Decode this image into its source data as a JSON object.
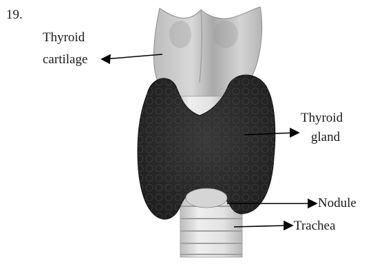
{
  "question": {
    "number": "19."
  },
  "labels": {
    "thyroid_cartilage": [
      "Thyroid",
      "cartilage"
    ],
    "thyroid_gland": [
      "Thyroid",
      "gland"
    ],
    "nodule": "Nodule",
    "trachea": "Trachea"
  },
  "colors": {
    "gland": "#2b2b2b",
    "cartilage": "#cfcfcf",
    "trachea": "#d9d9d9",
    "arrow": "#000000"
  }
}
